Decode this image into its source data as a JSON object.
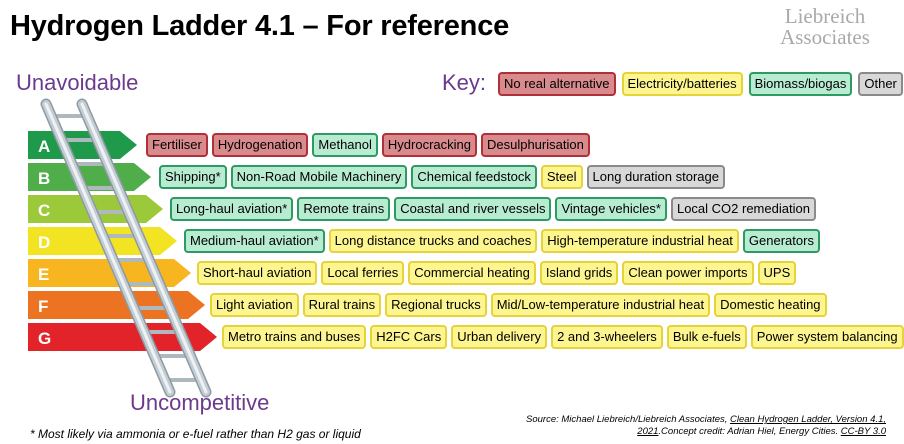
{
  "title": "Hydrogen Ladder 4.1 – For reference",
  "logo": {
    "line1": "Liebreich",
    "line2": "Associates"
  },
  "top_label": "Unavoidable",
  "bottom_label": "Uncompetitive",
  "key": {
    "label": "Key:",
    "items": [
      {
        "label": "No real alternative",
        "category": "red"
      },
      {
        "label": "Electricity/batteries",
        "category": "yellow"
      },
      {
        "label": "Biomass/biogas",
        "category": "green"
      },
      {
        "label": "Other",
        "category": "grey"
      }
    ]
  },
  "colors": {
    "red": "#d98a8c",
    "yellow": "#fdf58f",
    "green": "#b8ecd2",
    "grey": "#d8d8d8",
    "purple": "#6b3a8c",
    "A": "#1f9a4a",
    "B": "#4fae4a",
    "C": "#9cc93a",
    "D": "#f2e422",
    "E": "#f7b51f",
    "F": "#ec7322",
    "G": "#e22329"
  },
  "rows": [
    {
      "grade": "A",
      "items": [
        {
          "label": "Fertiliser",
          "category": "red"
        },
        {
          "label": "Hydrogenation",
          "category": "red"
        },
        {
          "label": "Methanol",
          "category": "green"
        },
        {
          "label": "Hydrocracking",
          "category": "red"
        },
        {
          "label": "Desulphurisation",
          "category": "red"
        }
      ]
    },
    {
      "grade": "B",
      "items": [
        {
          "label": "Shipping*",
          "category": "green"
        },
        {
          "label": "Non-Road Mobile Machinery",
          "category": "green"
        },
        {
          "label": "Chemical feedstock",
          "category": "green"
        },
        {
          "label": "Steel",
          "category": "yellow"
        },
        {
          "label": "Long duration storage",
          "category": "grey"
        }
      ]
    },
    {
      "grade": "C",
      "items": [
        {
          "label": "Long-haul aviation*",
          "category": "green"
        },
        {
          "label": "Remote trains",
          "category": "green"
        },
        {
          "label": "Coastal and river vessels",
          "category": "green"
        },
        {
          "label": "Vintage vehicles*",
          "category": "green"
        },
        {
          "label": "Local CO2 remediation",
          "category": "grey"
        }
      ]
    },
    {
      "grade": "D",
      "items": [
        {
          "label": "Medium-haul aviation*",
          "category": "green"
        },
        {
          "label": "Long distance trucks and coaches",
          "category": "yellow"
        },
        {
          "label": "High-temperature industrial heat",
          "category": "yellow"
        },
        {
          "label": "Generators",
          "category": "green"
        }
      ]
    },
    {
      "grade": "E",
      "items": [
        {
          "label": "Short-haul aviation",
          "category": "yellow"
        },
        {
          "label": "Local ferries",
          "category": "yellow"
        },
        {
          "label": "Commercial heating",
          "category": "yellow"
        },
        {
          "label": "Island grids",
          "category": "yellow"
        },
        {
          "label": "Clean power imports",
          "category": "yellow"
        },
        {
          "label": "UPS",
          "category": "yellow"
        }
      ]
    },
    {
      "grade": "F",
      "items": [
        {
          "label": "Light aviation",
          "category": "yellow"
        },
        {
          "label": "Rural trains",
          "category": "yellow"
        },
        {
          "label": "Regional trucks",
          "category": "yellow"
        },
        {
          "label": "Mid/Low-temperature industrial heat",
          "category": "yellow"
        },
        {
          "label": "Domestic heating",
          "category": "yellow"
        }
      ]
    },
    {
      "grade": "G",
      "items": [
        {
          "label": "Metro trains and buses",
          "category": "yellow"
        },
        {
          "label": "H2FC Cars",
          "category": "yellow"
        },
        {
          "label": "Urban delivery",
          "category": "yellow"
        },
        {
          "label": "2 and 3-wheelers",
          "category": "yellow"
        },
        {
          "label": "Bulk e-fuels",
          "category": "yellow"
        },
        {
          "label": "Power system balancing",
          "category": "yellow"
        }
      ]
    }
  ],
  "footnote": "* Most likely via ammonia or e-fuel rather than H2 gas or liquid",
  "source": {
    "prefix": "Source: Michael Liebreich/Liebreich Associates, ",
    "link1": "Clean Hydrogen Ladder, Version 4.1, 2021",
    "middle": ".Concept credit: Adrian Hiel, Energy Cities. ",
    "link2": "CC-BY 3.0"
  }
}
